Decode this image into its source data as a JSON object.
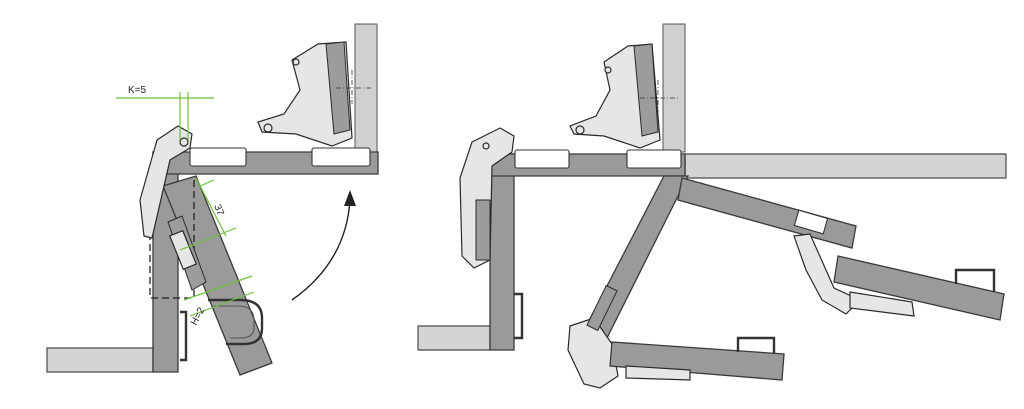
{
  "labels": {
    "k": "K=5",
    "depth": "37",
    "h": "H=2"
  }
}
